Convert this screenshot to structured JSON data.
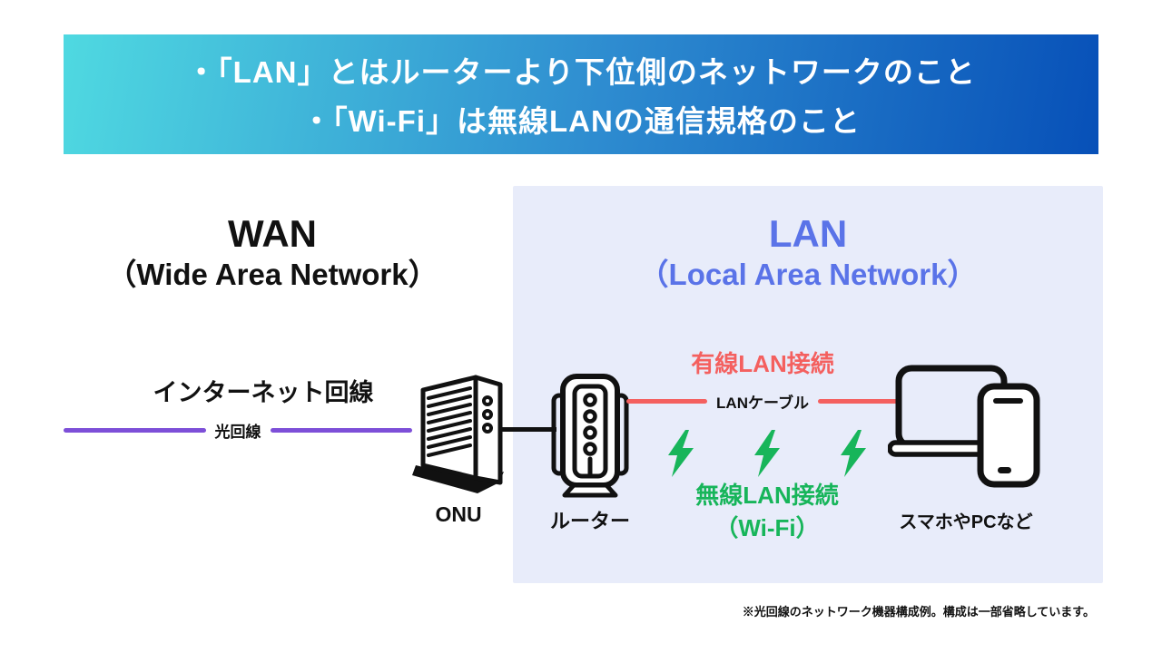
{
  "header": {
    "line1": "・「LAN」とはルーターより下位側のネットワークのこと",
    "line2": "・「Wi-Fi」は無線LANの通信規格のこと"
  },
  "wan": {
    "title": "WAN",
    "subtitle": "（Wide Area Network）"
  },
  "lan": {
    "title": "LAN",
    "subtitle": "（Local Area Network）"
  },
  "internet": {
    "label": "インターネット回線",
    "cable_label": "光回線"
  },
  "wired": {
    "title": "有線LAN接続",
    "cable_label": "LANケーブル"
  },
  "wireless": {
    "title": "無線LAN接続",
    "subtitle": "（Wi-Fi）"
  },
  "devices": {
    "onu": "ONU",
    "router": "ルーター",
    "client": "スマホやPCなど"
  },
  "footer": {
    "note": "※光回線のネットワーク機器構成例。構成は一部省略しています。"
  },
  "icons": {
    "onu": "onu-device-icon",
    "router": "router-icon",
    "laptop_phone": "laptop-and-smartphone-icon",
    "bolt": "lightning-bolt-icon"
  },
  "colors": {
    "banner_gradient_start": "#4fd9e1",
    "banner_gradient_end": "#0750b8",
    "banner_text": "#ffffff",
    "lan_panel_bg": "#e8ecfa",
    "lan_title": "#5a73e8",
    "wan_title": "#111111",
    "optical_line": "#7d4fd8",
    "wired_accent": "#f4605f",
    "wireless_accent": "#17b55a",
    "device_outline": "#111111"
  }
}
